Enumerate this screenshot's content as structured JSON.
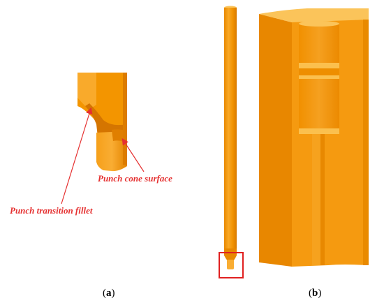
{
  "panel_a": {
    "caption_open": "(",
    "caption_letter": "a",
    "caption_close": ")",
    "label_cone": "Punch cone surface",
    "label_fillet": "Punch transition fillet"
  },
  "panel_b": {
    "caption_open": "(",
    "caption_letter": "b",
    "caption_close": ")"
  },
  "colors": {
    "punch_light": "#f7a01c",
    "punch_mid": "#f08c00",
    "punch_dark": "#d97a00",
    "die_face": "#f59a10",
    "die_side": "#e07e00",
    "die_top": "#fbc45a",
    "annotation_red": "#e53030",
    "highlight_box": "#e02020"
  }
}
